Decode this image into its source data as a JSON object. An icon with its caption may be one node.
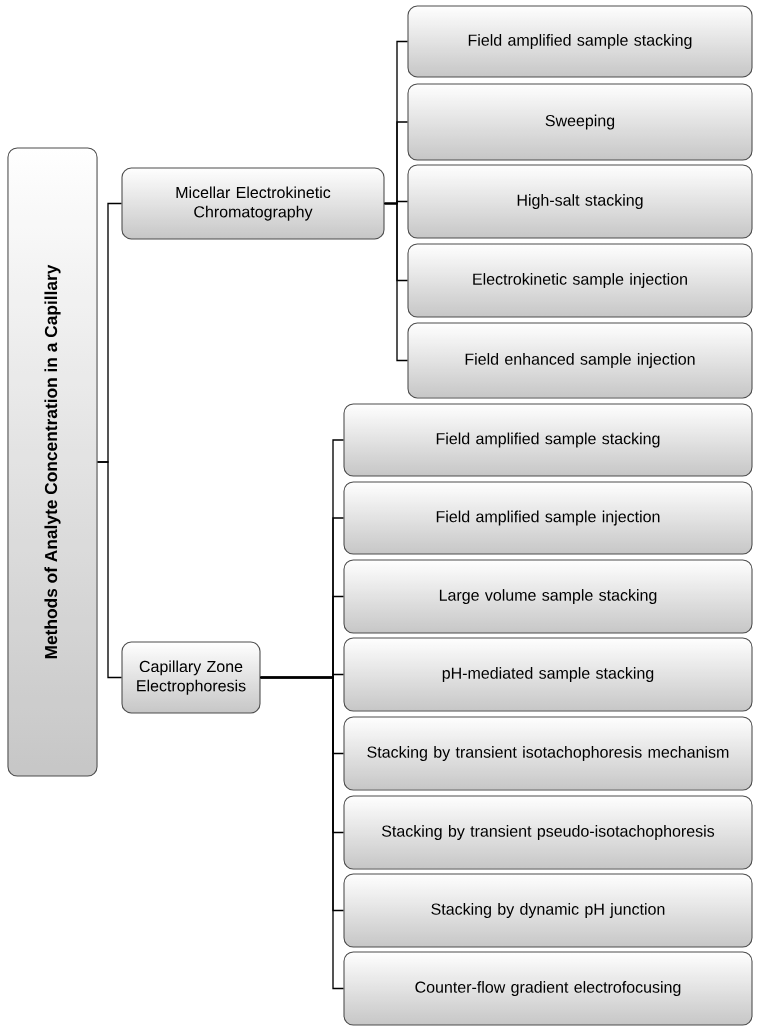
{
  "diagram": {
    "nodes": [
      {
        "text": [
          "Methods of Analyte Concentration in a Capillary"
        ]
      },
      {
        "text": [
          "Micellar Electrokinetic Chromatography"
        ]
      },
      {
        "text": [
          "Capillary Zone Electrophoresis"
        ]
      },
      {
        "text": [
          "Field amplified sample stacking"
        ]
      },
      {
        "text": [
          "Sweeping"
        ]
      },
      {
        "text": [
          "High-salt stacking"
        ]
      },
      {
        "text": [
          "Electrokinetic sample injection"
        ]
      },
      {
        "text": [
          "Field enhanced sample injection"
        ]
      },
      {
        "text": [
          "Field amplified sample stacking"
        ]
      },
      {
        "text": [
          "Field amplified sample injection"
        ]
      },
      {
        "text": [
          "Large volume sample stacking"
        ]
      },
      {
        "text": [
          "pH-mediated sample stacking"
        ]
      },
      {
        "text": [
          "Stacking by transient isotachophoresis mechanism"
        ]
      },
      {
        "text": [
          "Stacking by transient pseudo-isotachophoresis"
        ]
      },
      {
        "text": [
          "Stacking by dynamic pH junction"
        ]
      },
      {
        "text": [
          "Counter-flow gradient electrofocusing"
        ]
      }
    ],
    "edges": [
      {
        "from": 0,
        "to": 1,
        "arrow": "none"
      },
      {
        "from": 0,
        "to": 2,
        "arrow": "none"
      },
      {
        "from": 1,
        "to": 3,
        "arrow": "none"
      },
      {
        "from": 1,
        "to": 4,
        "arrow": "none"
      },
      {
        "from": 1,
        "to": 5,
        "arrow": "none"
      },
      {
        "from": 1,
        "to": 6,
        "arrow": "none"
      },
      {
        "from": 1,
        "to": 7,
        "arrow": "none"
      },
      {
        "from": 2,
        "to": 8,
        "arrow": "none"
      },
      {
        "from": 2,
        "to": 9,
        "arrow": "none"
      },
      {
        "from": 2,
        "to": 10,
        "arrow": "none"
      },
      {
        "from": 2,
        "to": 11,
        "arrow": "none"
      },
      {
        "from": 2,
        "to": 12,
        "arrow": "none"
      },
      {
        "from": 2,
        "to": 13,
        "arrow": "none"
      },
      {
        "from": 2,
        "to": 14,
        "arrow": "none"
      },
      {
        "from": 2,
        "to": 15,
        "arrow": "none"
      }
    ]
  }
}
